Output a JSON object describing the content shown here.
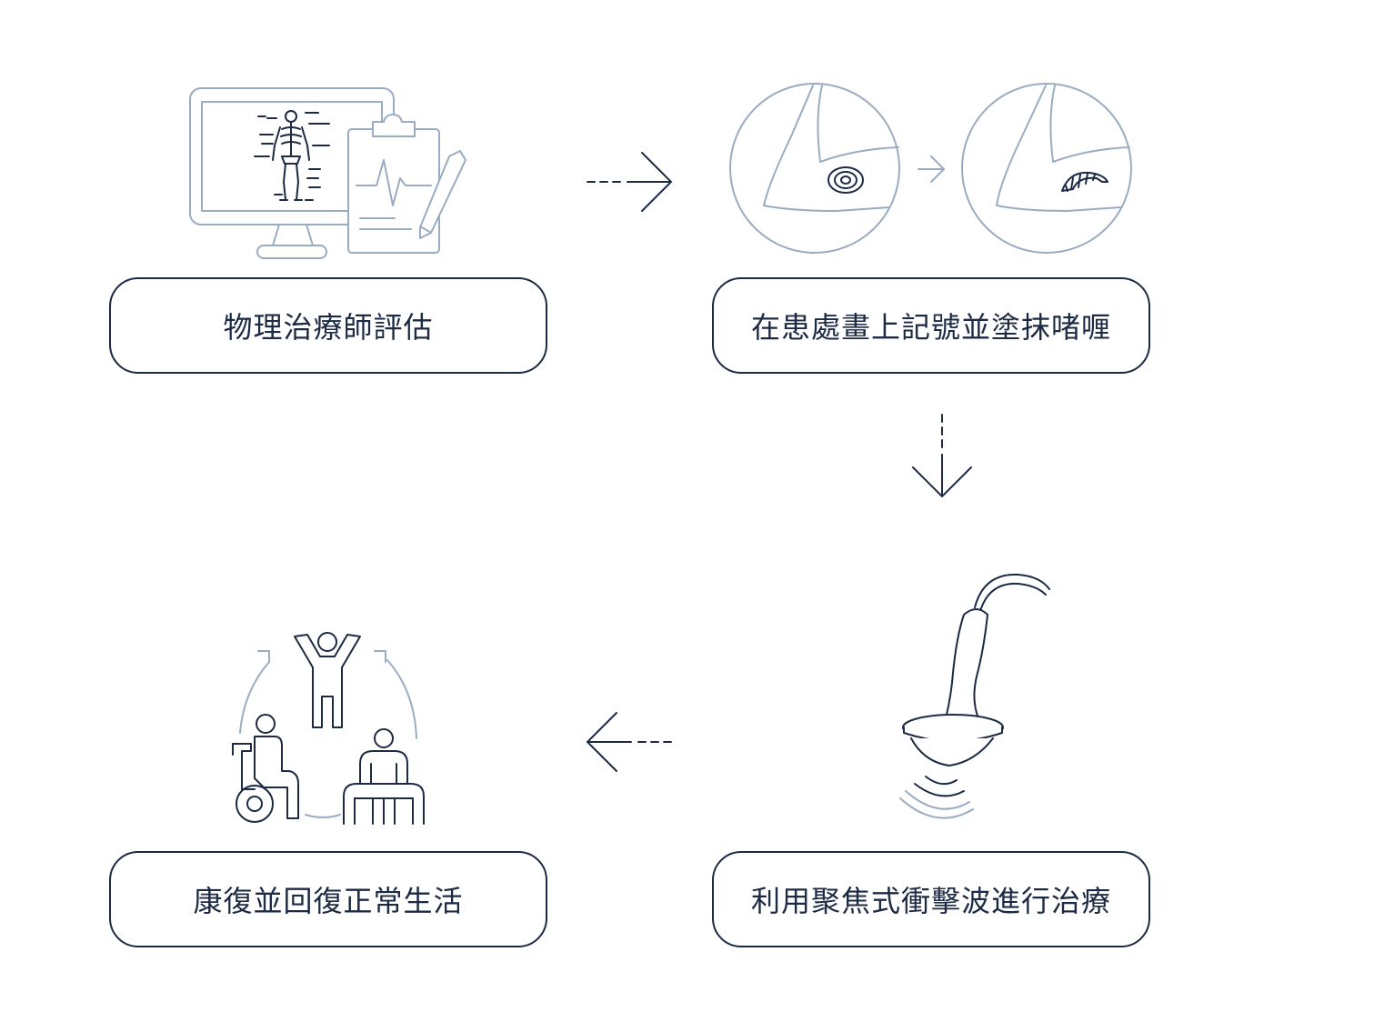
{
  "steps": [
    {
      "label": "物理治療師評估",
      "icon": "computer-clipboard-assessment-icon"
    },
    {
      "label": "在患處畫上記號並塗抹啫喱",
      "icon": "elbow-marking-icon"
    },
    {
      "label": "利用聚焦式衝擊波進行治療",
      "icon": "shockwave-probe-icon"
    },
    {
      "label": "康復並回復正常生活",
      "icon": "recovery-people-icon"
    }
  ],
  "colors": {
    "text": "#1c2a44",
    "outline_light": "#9aacc2",
    "outline_dark": "#1c2a44",
    "background": "#ffffff"
  }
}
